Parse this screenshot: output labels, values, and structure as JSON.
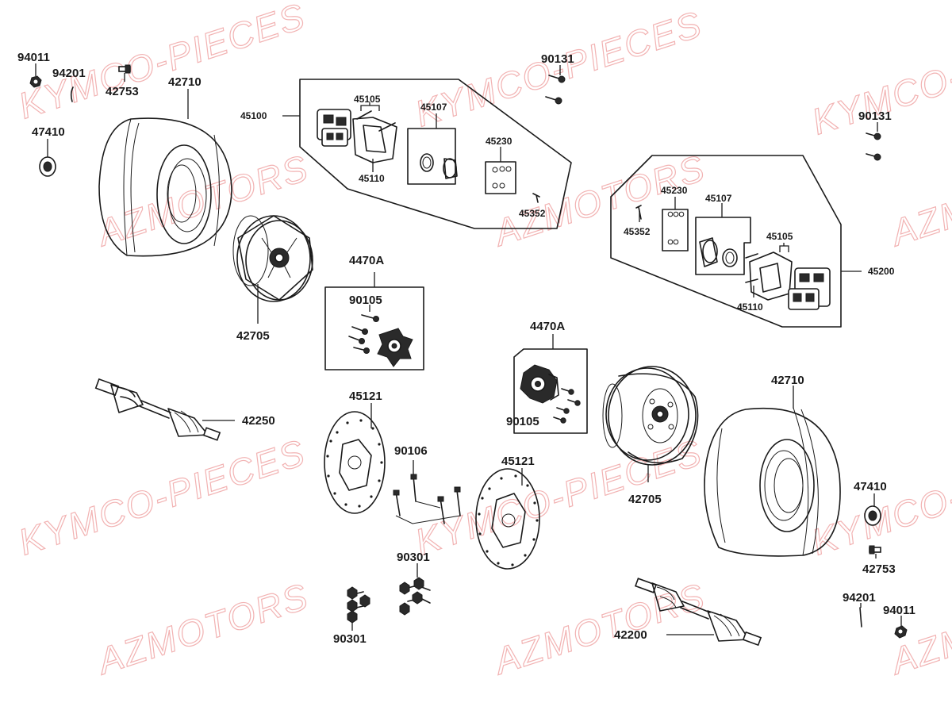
{
  "watermarks": {
    "kymco": "KYMCO-PIECES",
    "az": "AZMOTORS"
  },
  "labels": {
    "p94011_left": "94011",
    "p94201_left": "94201",
    "p42753_left": "42753",
    "p42710_left": "42710",
    "p47410_left": "47410",
    "p42705_left": "42705",
    "p42250": "42250",
    "p45100": "45100",
    "p45105_top": "45105",
    "p45107_top": "45107",
    "p45230_top": "45230",
    "p45110_top": "45110",
    "p45352_top": "45352",
    "p90131_top": "90131",
    "p90131_right": "90131",
    "p45230_right": "45230",
    "p45107_right": "45107",
    "p45352_right": "45352",
    "p45105_right": "45105",
    "p45110_right": "45110",
    "p45200": "45200",
    "p4470A_left": "4470A",
    "p90105_left": "90105",
    "p4470A_right": "4470A",
    "p90105_right": "90105",
    "p45121_left": "45121",
    "p90106": "90106",
    "p45121_right": "45121",
    "p90301_mid": "90301",
    "p90301_low": "90301",
    "p42705_right": "42705",
    "p42710_right": "42710",
    "p47410_right": "47410",
    "p42753_right": "42753",
    "p94201_right": "94201",
    "p94011_right": "94011",
    "p42200": "42200"
  }
}
